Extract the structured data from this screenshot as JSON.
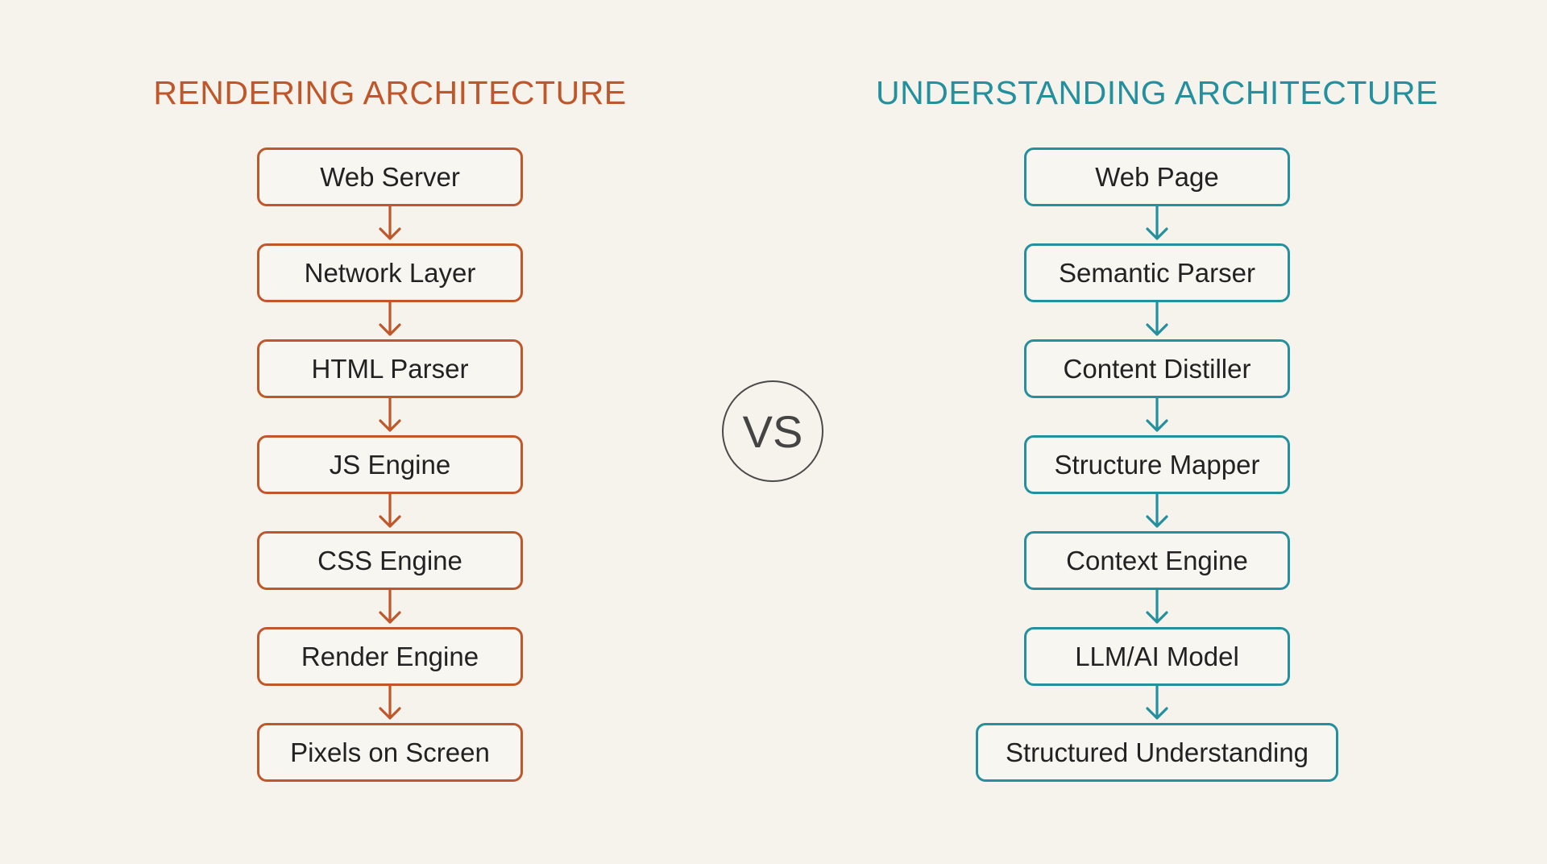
{
  "left": {
    "title": "RENDERING ARCHITECTURE",
    "color": "#c0572b",
    "steps": [
      "Web Server",
      "Network Layer",
      "HTML Parser",
      "JS Engine",
      "CSS Engine",
      "Render Engine",
      "Pixels on Screen"
    ]
  },
  "vs_label": "VS",
  "right": {
    "title": "UNDERSTANDING ARCHITECTURE",
    "color": "#24909e",
    "steps": [
      "Web Page",
      "Semantic Parser",
      "Content Distiller",
      "Structure Mapper",
      "Context Engine",
      "LLM/AI Model",
      "Structured Understanding"
    ]
  }
}
